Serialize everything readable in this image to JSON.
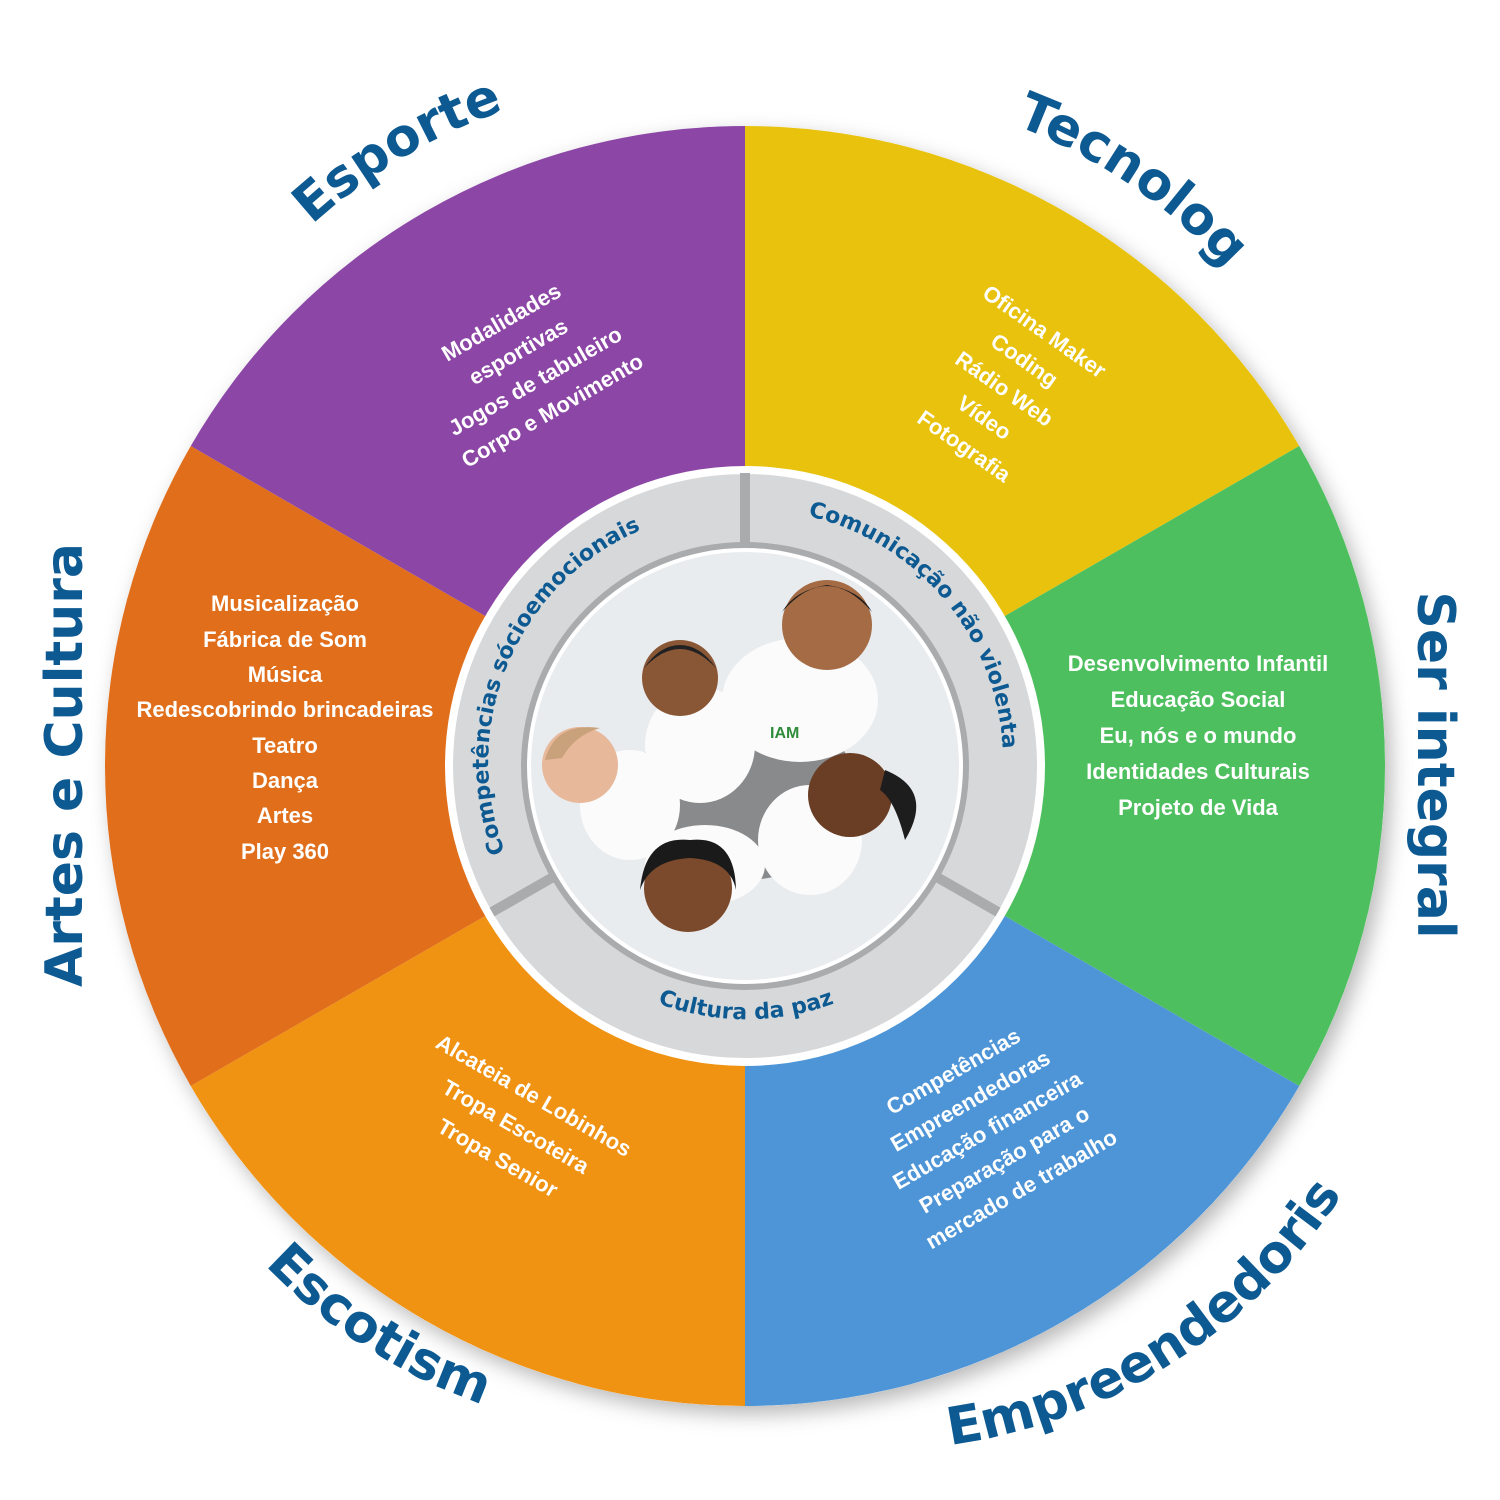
{
  "colors": {
    "title_blue": "#0d5a93",
    "ring_gray": "#d7d8d9",
    "ring_divider": "#a9abad",
    "photo_bg": "#e9ecef"
  },
  "segments": [
    {
      "id": "tecnologia",
      "title": "Tecnologia",
      "color": "#e8c20d",
      "items": [
        "Oficina Maker",
        "Coding",
        "Rádio Web",
        "Vídeo",
        "Fotografia"
      ]
    },
    {
      "id": "ser-integral",
      "title": "Ser integral",
      "color": "#4ebf5e",
      "items": [
        "Desenvolvimento Infantil",
        "Educação Social",
        "Eu, nós e o mundo",
        "Identidades Culturais",
        "Projeto de Vida"
      ]
    },
    {
      "id": "empreendedorismo",
      "title": "Empreendedorismo",
      "color": "#4e95d7",
      "items": [
        "Competências",
        "Empreendedoras",
        "Educação financeira",
        "Preparação para o",
        "mercado de trabalho"
      ]
    },
    {
      "id": "escotismo",
      "title": "Escotismo",
      "color": "#f09212",
      "items": [
        "Alcateia de Lobinhos",
        "Tropa Escoteira",
        "Tropa Senior"
      ]
    },
    {
      "id": "artes-e-cultura",
      "title": "Artes e Cultura",
      "color": "#e06e1b",
      "items": [
        "Musicalização",
        "Fábrica de Som",
        "Música",
        "Redescobrindo brincadeiras",
        "Teatro",
        "Dança",
        "Artes",
        "Play 360"
      ]
    },
    {
      "id": "esportes",
      "title": "Esportes",
      "color": "#8c47a6",
      "items": [
        "Modalidades",
        "esportivas",
        "Jogos de tabuleiro",
        "Corpo e Movimento"
      ]
    }
  ],
  "inner_ring": [
    {
      "id": "socioemocionais",
      "label": "Competências sócioemocionais"
    },
    {
      "id": "comunicacao",
      "label": "Comunicação não violenta"
    },
    {
      "id": "cultura-paz",
      "label": "Cultura da paz"
    }
  ],
  "photo": {
    "shirt_logo_text": "IAM"
  }
}
